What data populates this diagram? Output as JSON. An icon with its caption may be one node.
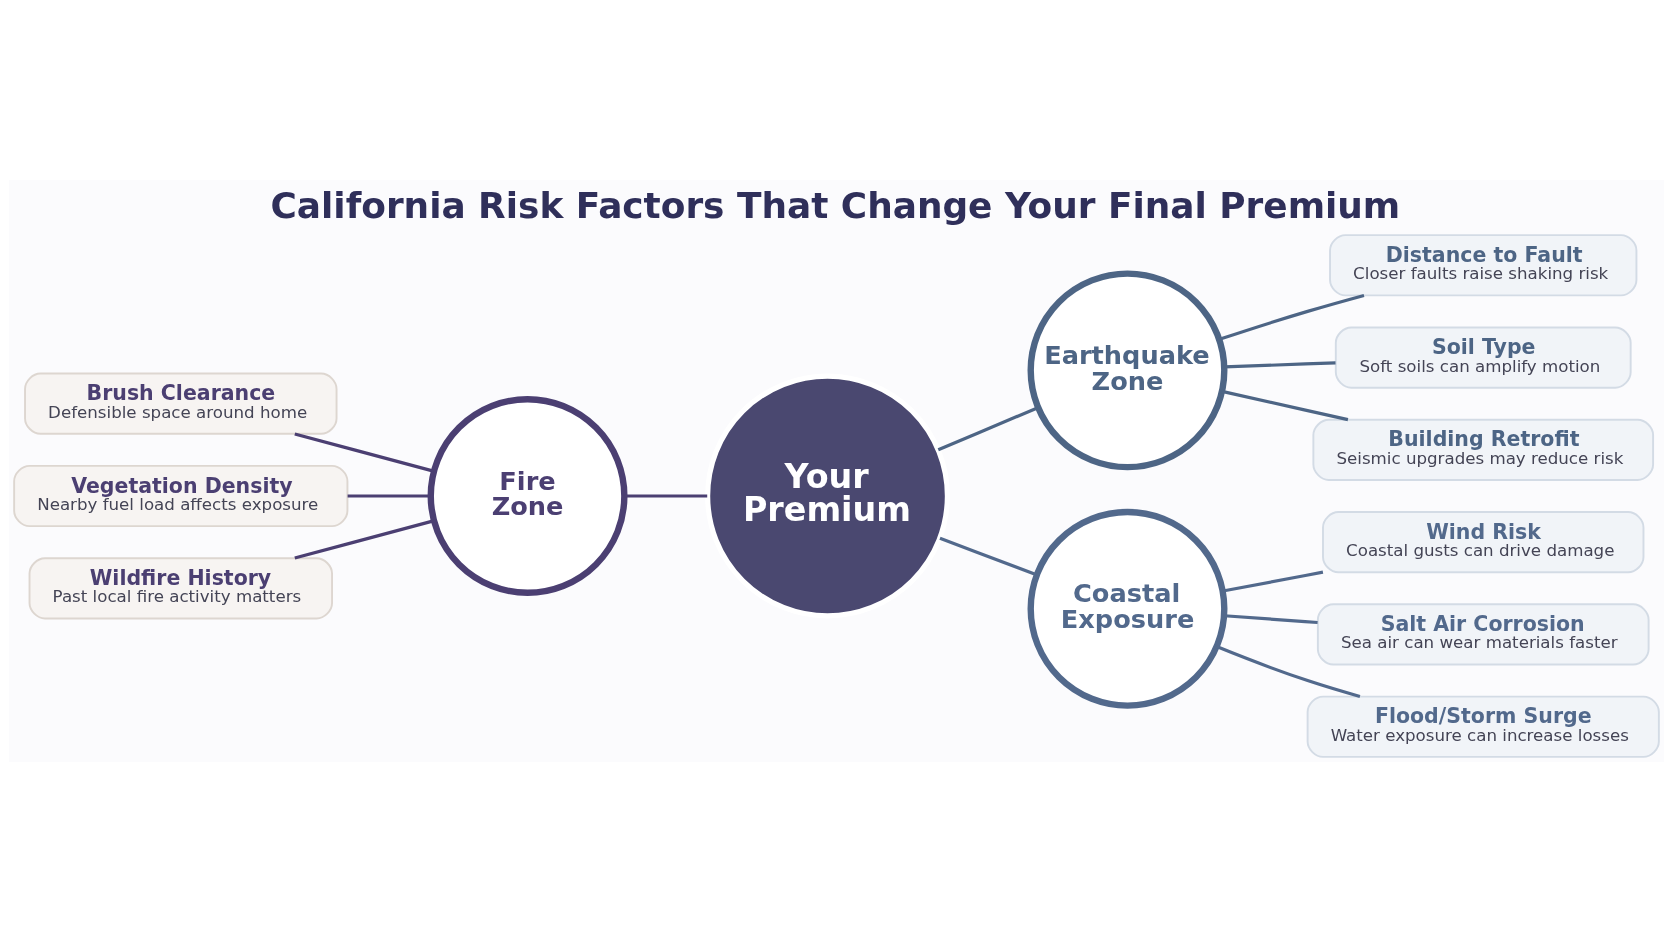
{
  "diagram": {
    "title": "California Risk Factors That Change Your Final Premium",
    "nodes": [
      {
        "text": [
          "Your Premium"
        ]
      },
      {
        "text": [
          "Fire Zone"
        ]
      },
      {
        "text": [
          "Earthquake Zone"
        ]
      },
      {
        "text": [
          "Coastal Exposure"
        ]
      },
      {
        "text": [
          "Brush Clearance",
          "Defensible space around home"
        ]
      },
      {
        "text": [
          "Vegetation Density",
          "Nearby fuel load affects exposure"
        ]
      },
      {
        "text": [
          "Wildfire History",
          "Past local fire activity matters"
        ]
      },
      {
        "text": [
          "Distance to Fault",
          "Closer faults raise shaking risk"
        ]
      },
      {
        "text": [
          "Soil Type",
          "Soft soils can amplify motion"
        ]
      },
      {
        "text": [
          "Building Retrofit",
          "Seismic upgrades may reduce risk"
        ]
      },
      {
        "text": [
          "Wind Risk",
          "Coastal gusts can drive damage"
        ]
      },
      {
        "text": [
          "Salt Air Corrosion",
          "Sea air can wear materials faster"
        ]
      },
      {
        "text": [
          "Flood/Storm Surge",
          "Water exposure can increase losses"
        ]
      }
    ],
    "edges": [
      {
        "from": 1,
        "to": 0,
        "arrow": "none"
      },
      {
        "from": 0,
        "to": 2,
        "arrow": "none"
      },
      {
        "from": 0,
        "to": 3,
        "arrow": "none"
      },
      {
        "from": 4,
        "to": 1,
        "arrow": "none"
      },
      {
        "from": 5,
        "to": 1,
        "arrow": "none"
      },
      {
        "from": 6,
        "to": 1,
        "arrow": "none"
      },
      {
        "from": 2,
        "to": 7,
        "arrow": "none"
      },
      {
        "from": 2,
        "to": 8,
        "arrow": "none"
      },
      {
        "from": 2,
        "to": 9,
        "arrow": "none"
      },
      {
        "from": 3,
        "to": 10,
        "arrow": "none"
      },
      {
        "from": 3,
        "to": 11,
        "arrow": "none"
      },
      {
        "from": 3,
        "to": 12,
        "arrow": "none"
      }
    ]
  }
}
